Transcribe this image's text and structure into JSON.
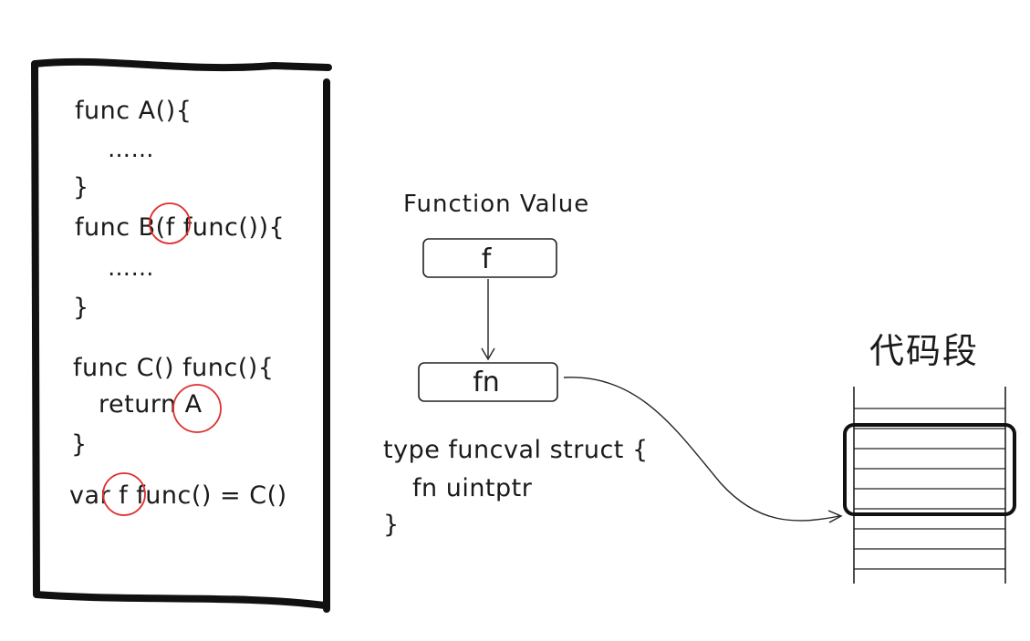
{
  "code_panel": {
    "lines": [
      "func A(){",
      "……",
      "}",
      "func B(f func()){",
      "……",
      "}",
      "func C() func(){",
      "return A",
      "}",
      "var f func() = C()"
    ]
  },
  "function_value": {
    "title": "Function Value",
    "f_label": "f",
    "fn_label": "fn"
  },
  "struct_def": {
    "lines": [
      "type funcval struct {",
      "fn uintptr",
      "}"
    ]
  },
  "code_segment": {
    "label": "代码段"
  },
  "colors": {
    "ink": "#1a1a1a",
    "highlight_circle": "#e03030"
  }
}
